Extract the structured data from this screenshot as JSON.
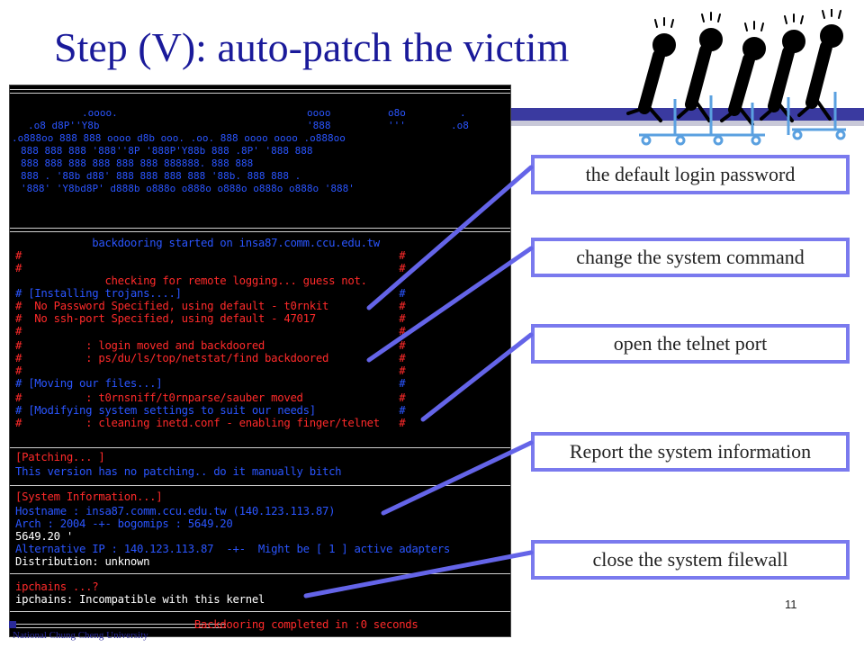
{
  "slide": {
    "title": "Step (V): auto-patch the victim",
    "page_number": "11",
    "footer": "National Chung Cheng University"
  },
  "callouts": [
    {
      "text": "the default login password"
    },
    {
      "text": "change the system command"
    },
    {
      "text": "open the telnet port"
    },
    {
      "text": "Report the system information"
    },
    {
      "text": "close the system filewall"
    }
  ],
  "terminal": {
    "banner_text": "t0rnkit",
    "lines": [
      {
        "text": "            backdooring started on insa87.comm.ccu.edu.tw",
        "color": "blue"
      },
      {
        "text": "#                                                           #",
        "color": "red"
      },
      {
        "text": "#                                                           #",
        "color": "red"
      },
      {
        "text": "              checking for remote logging... guess not.",
        "color": "red"
      },
      {
        "text": "# [Installing trojans....]                                  #",
        "color": "blue"
      },
      {
        "text": "#  No Password Specified, using default - t0rnkit           #",
        "color": "red"
      },
      {
        "text": "#  No ssh-port Specified, using default - 47017             #",
        "color": "red"
      },
      {
        "text": "#                                                           #",
        "color": "red"
      },
      {
        "text": "#          : login moved and backdoored                     #",
        "color": "red"
      },
      {
        "text": "#          : ps/du/ls/top/netstat/find backdoored           #",
        "color": "red"
      },
      {
        "text": "#                                                           #",
        "color": "red"
      },
      {
        "text": "# [Moving our files...]                                     #",
        "color": "blue"
      },
      {
        "text": "#          : t0rnsniff/t0rnparse/sauber moved               #",
        "color": "red"
      },
      {
        "text": "# [Modifying system settings to suit our needs]             #",
        "color": "blue"
      },
      {
        "text": "#          : cleaning inetd.conf - enabling finger/telnet   #",
        "color": "red"
      },
      {
        "text": "[Patching... ]",
        "color": "red"
      },
      {
        "text": "This version has no patching.. do it manually bitch",
        "color": "blue"
      },
      {
        "text": "[System Information...]",
        "color": "red"
      },
      {
        "text": "Hostname : insa87.comm.ccu.edu.tw (140.123.113.87)",
        "color": "blue"
      },
      {
        "text": "Arch : 2004 -+- bogomips : 5649.20",
        "color": "blue"
      },
      {
        "text": "5649.20 '",
        "color": "white"
      },
      {
        "text": "Alternative IP : 140.123.113.87  -+-  Might be [ 1 ] active adapters",
        "color": "blue"
      },
      {
        "text": "Distribution: unknown",
        "color": "white"
      },
      {
        "text": "ipchains ...?",
        "color": "red"
      },
      {
        "text": "ipchains: Incompatible with this kernel",
        "color": "white"
      },
      {
        "text": "                            Backdooring completed in :0 seconds",
        "color": "red"
      }
    ]
  },
  "colors": {
    "title": "#1a1a9a",
    "callout_border": "#7a7aee",
    "connector": "#6464e8",
    "terminal_bg": "#000000"
  }
}
